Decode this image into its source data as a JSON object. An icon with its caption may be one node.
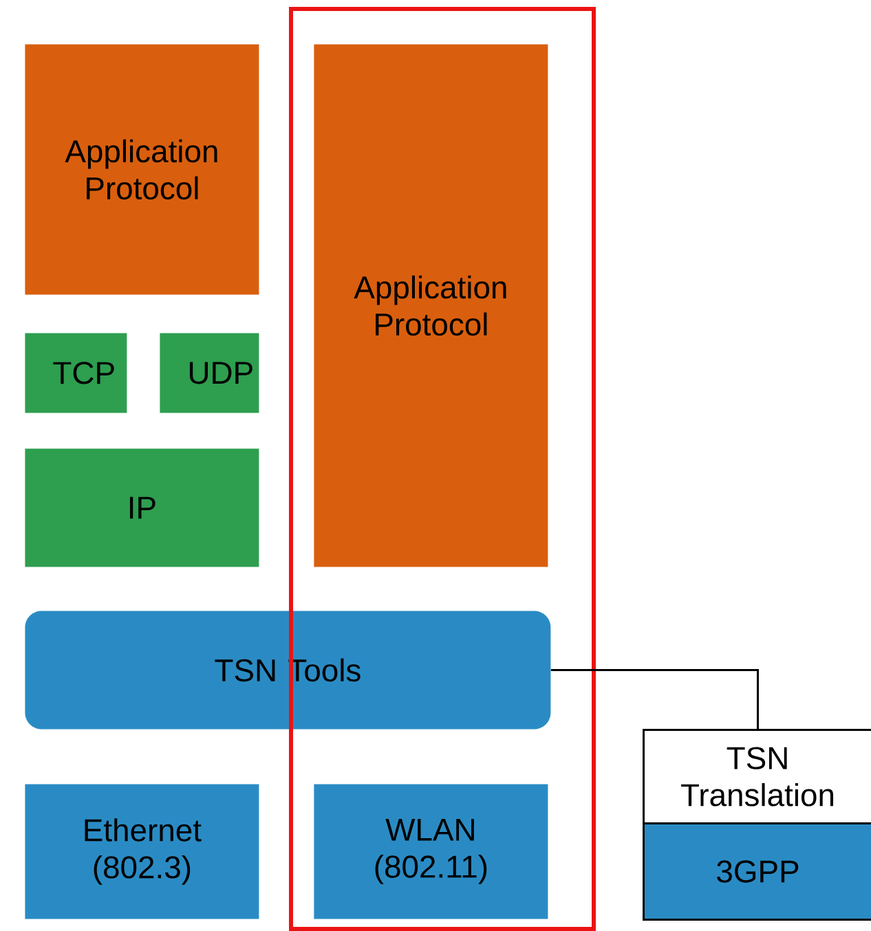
{
  "diagram": {
    "nodes": [
      {
        "text": [
          "Application Protocol"
        ]
      },
      {
        "text": [
          "TCP"
        ]
      },
      {
        "text": [
          "UDP"
        ]
      },
      {
        "text": [
          "IP"
        ]
      },
      {
        "text": [],
        "shape": "box"
      },
      {
        "text": [
          "Application Protocol"
        ],
        "in": 4
      },
      {
        "text": [
          "TSN Tools"
        ]
      },
      {
        "text": [
          "Ethernet (802.3)"
        ]
      },
      {
        "text": [
          "WLAN (802.11)"
        ],
        "in": 4
      },
      {
        "text": [
          "TSN Translation"
        ]
      },
      {
        "text": [
          "3GPP"
        ]
      }
    ],
    "edges": [
      {
        "from": 6,
        "to": 9,
        "arrow": "none"
      }
    ]
  }
}
